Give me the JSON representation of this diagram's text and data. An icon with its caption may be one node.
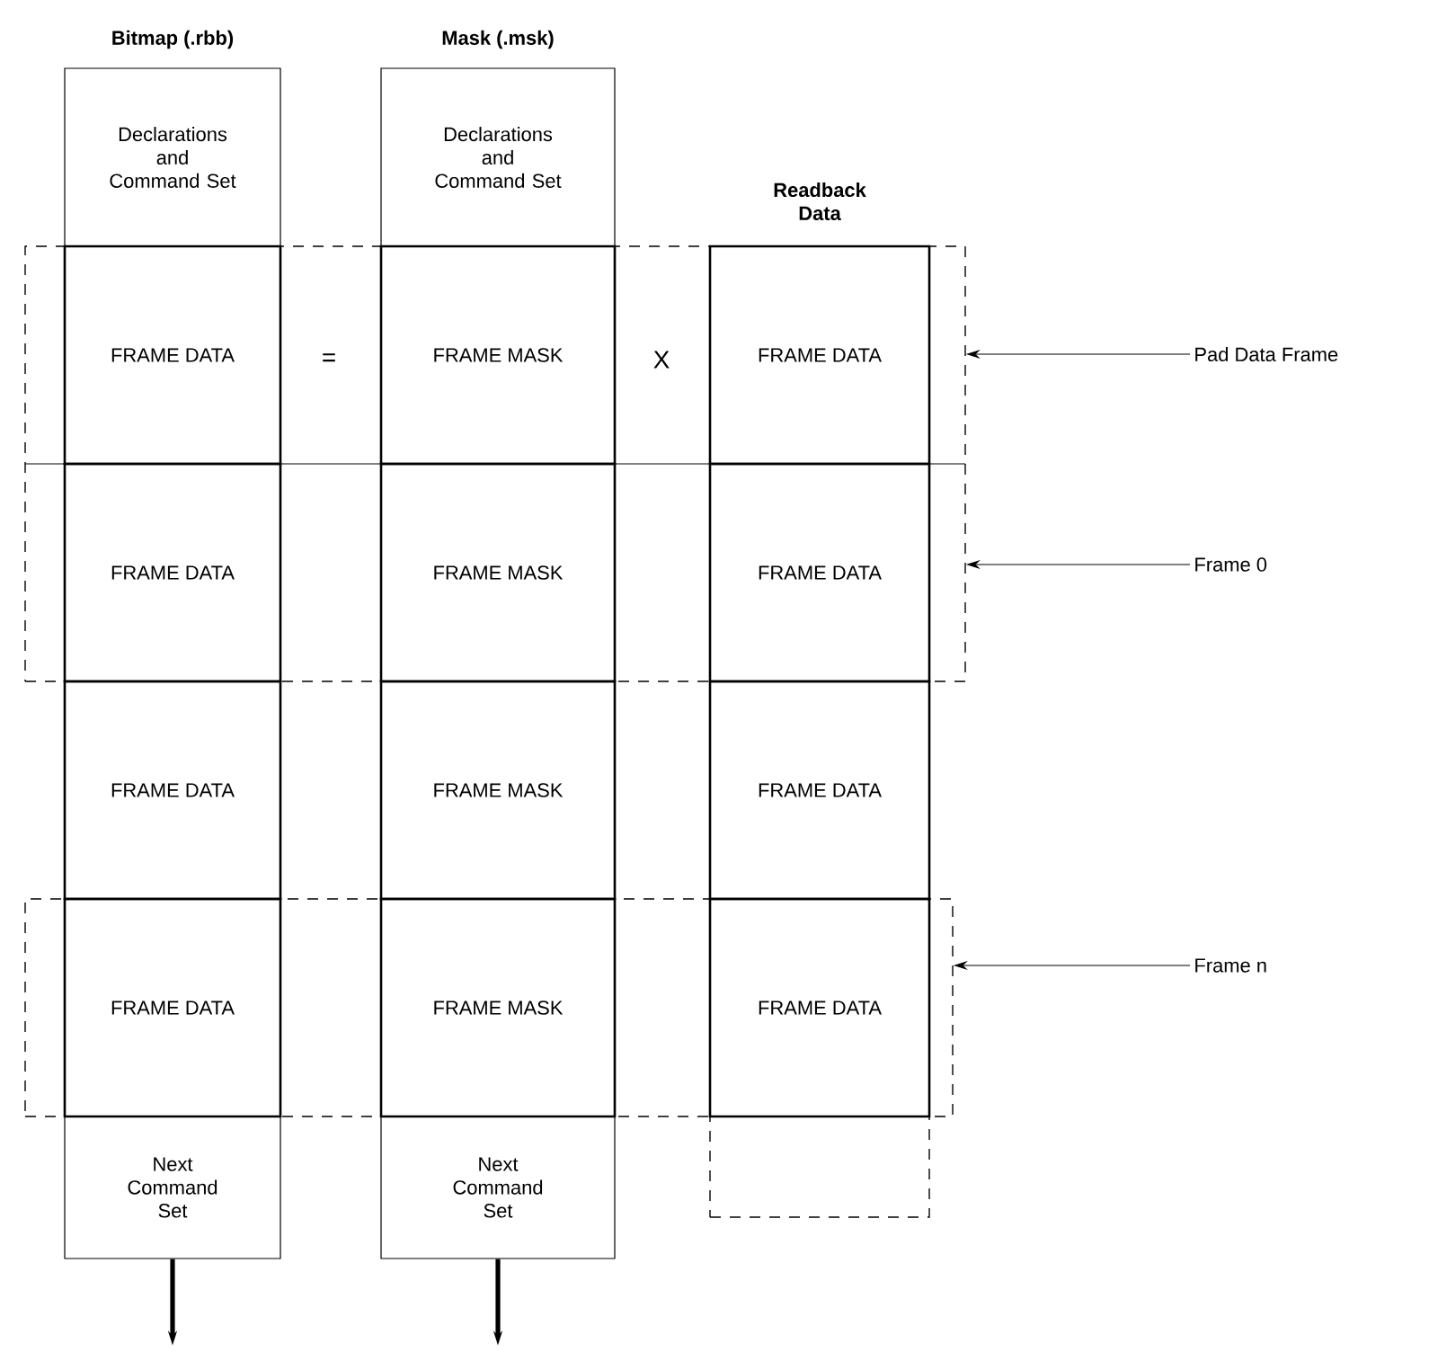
{
  "diagram": {
    "nodes": [
      {
        "text": [
          "Declarations and Command Set"
        ]
      },
      {
        "text": [
          "Declarations and Command Set"
        ]
      },
      {
        "text": [],
        "shape": "box"
      },
      {
        "text": [
          "FRAME DATA"
        ],
        "in": 2
      },
      {
        "text": [
          "FRAME MASK"
        ],
        "in": 2
      },
      {
        "text": [
          "FRAME DATA"
        ],
        "in": 2
      },
      {
        "text": [
          "FRAME DATA"
        ],
        "in": 2
      },
      {
        "text": [
          "FRAME MASK"
        ],
        "in": 2
      },
      {
        "text": [
          "FRAME DATA"
        ],
        "in": 2
      },
      {
        "text": [
          "FRAME DATA"
        ]
      },
      {
        "text": [
          "FRAME MASK"
        ]
      },
      {
        "text": [
          "FRAME DATA"
        ]
      },
      {
        "text": [],
        "shape": "box"
      },
      {
        "text": [
          "FRAME DATA"
        ],
        "in": 12
      },
      {
        "text": [
          "FRAME MASK"
        ],
        "in": 12
      },
      {
        "text": [
          "FRAME DATA"
        ],
        "in": 12
      },
      {
        "text": [
          "Next Command Set"
        ]
      },
      {
        "text": [
          "Next Command Set"
        ]
      },
      {
        "text": [],
        "shape": "box"
      },
      {
        "text": [
          "Pad Data Frame"
        ]
      },
      {
        "text": [
          "Frame 0"
        ]
      },
      {
        "text": [
          "Frame n"
        ]
      }
    ],
    "edges": [
      {
        "from": 19,
        "to": 2,
        "arrow": "to"
      },
      {
        "from": 20,
        "to": 2,
        "arrow": "to"
      },
      {
        "from": 21,
        "to": 12,
        "arrow": "to"
      },
      {
        "from": 16,
        "to": null,
        "arrow": "to",
        "style": "thick"
      },
      {
        "from": 17,
        "to": null,
        "arrow": "to",
        "style": "thick"
      }
    ],
    "labels": [
      "Bitmap (.rbb)",
      "Mask (.msk)",
      "Readback Data",
      "=",
      "X"
    ]
  }
}
